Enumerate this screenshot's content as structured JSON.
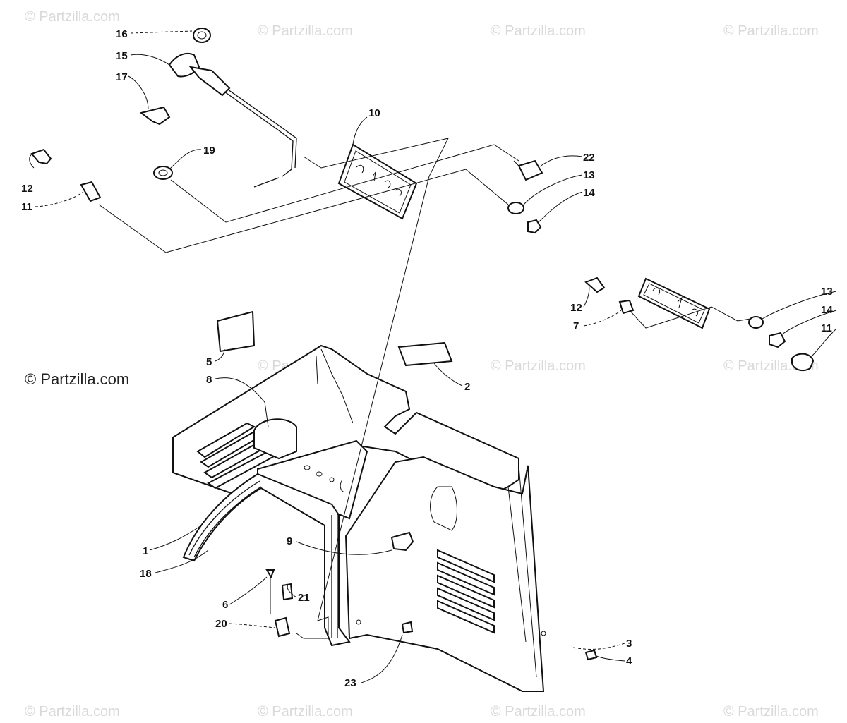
{
  "diagram": {
    "copyright": "© Partzilla.com",
    "watermark": "© Partzilla.com",
    "callouts": {
      "c1": "1",
      "c2": "2",
      "c3": "3",
      "c4": "4",
      "c5": "5",
      "c6": "6",
      "c7": "7",
      "c8": "8",
      "c9": "9",
      "c10": "10",
      "c11a": "11",
      "c11b": "11",
      "c12a": "12",
      "c12b": "12",
      "c13a": "13",
      "c13b": "13",
      "c14a": "14",
      "c14b": "14",
      "c15": "15",
      "c16": "16",
      "c17": "17",
      "c18": "18",
      "c19": "19",
      "c20": "20",
      "c21": "21",
      "c22": "22",
      "c23": "23"
    }
  }
}
